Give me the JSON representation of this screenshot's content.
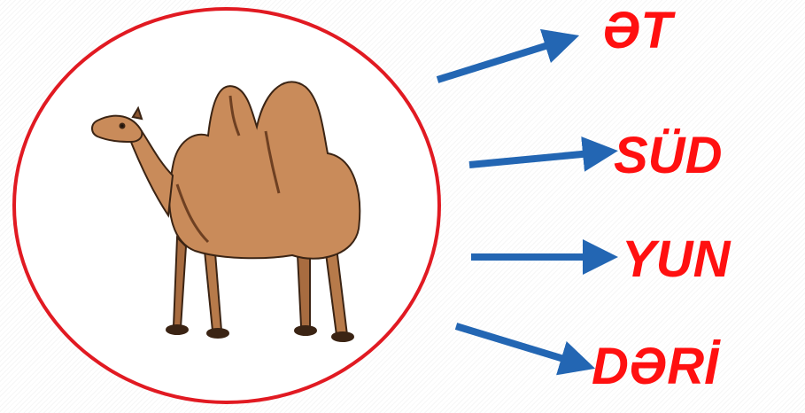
{
  "products": [
    {
      "label": "ƏT"
    },
    {
      "label": "SÜD"
    },
    {
      "label": "YUN"
    },
    {
      "label": "DƏRİ"
    }
  ],
  "colors": {
    "circle_border": "#e11a22",
    "label_text": "#ff1010",
    "arrow": "#2366b3",
    "camel_body": "#c98b5a"
  },
  "icons": {
    "animal": "camel-icon",
    "arrow": "arrow-right-icon"
  }
}
